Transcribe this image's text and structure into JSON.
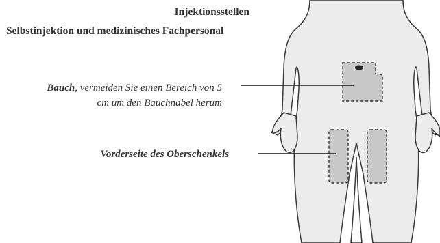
{
  "title": "Injektionsstellen",
  "subtitle": "Selbstinjektion und medizinisches Fachpersonal",
  "labels": {
    "abdomen_bold": "Bauch",
    "abdomen_line1": ", vermeiden Sie einen Bereich von 5",
    "abdomen_line2": "cm um den Bauchnabel herum",
    "thigh": "Vorderseite des Oberschenkels"
  },
  "colors": {
    "body_fill": "#ececec",
    "zone_fill": "#c8c8c8",
    "outline": "#3a3a3a"
  }
}
